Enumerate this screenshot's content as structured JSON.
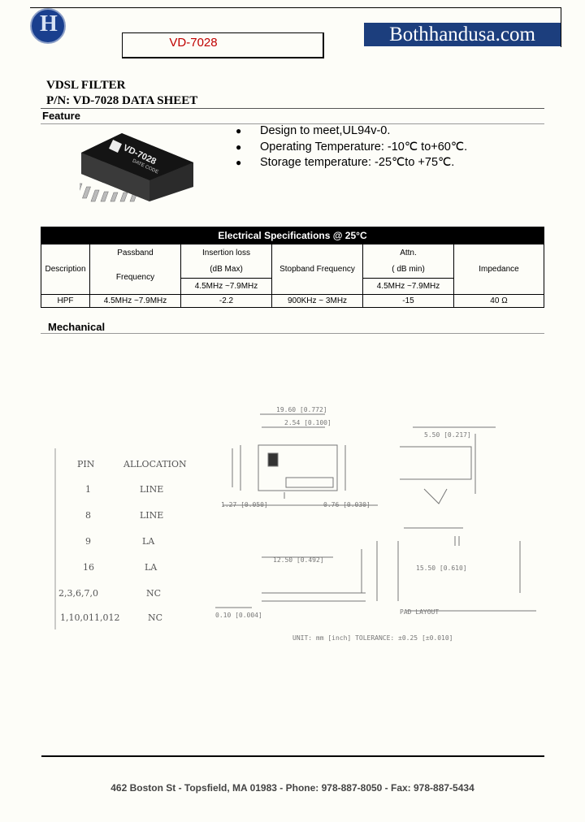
{
  "header": {
    "brand": "Bothhandusa.com",
    "part_number": "VD-7028"
  },
  "titles": {
    "line1": "VDSL FILTER",
    "line2": "P/N: VD-7028 DATA SHEET"
  },
  "feature": {
    "label": "Feature",
    "chip_marking": "VD-7028",
    "chip_date": "DATE CODE",
    "items": [
      "Design to meet,UL94v-0.",
      "Operating Temperature: -10℃  to+60℃.",
      "Storage temperature: -25℃to +75℃."
    ]
  },
  "spec_table": {
    "title": "Electrical Specifications @ 25°C",
    "col_description": "Description",
    "col_passband_1": "Passband",
    "col_passband_2": "Frequency",
    "col_insertion_1": "Insertion loss",
    "col_insertion_2": "(dB Max)",
    "col_insertion_3": "4.5MHz ~7.9MHz",
    "col_stopband": "Stopband Frequency",
    "col_attn_1": "Attn.",
    "col_attn_2": "( dB min)",
    "col_attn_3": "4.5MHz ~7.9MHz",
    "col_impedance": "Impedance",
    "row": {
      "description": "HPF",
      "passband": "4.5MHz ~7.9MHz",
      "insertion": "-2.2",
      "stopband": "900KHz ~ 3MHz",
      "attn": "-15",
      "impedance": "40 Ω"
    }
  },
  "mechanical": {
    "label": "Mechanical",
    "pin_header": "PIN",
    "alloc_header": "ALLOCATION",
    "pins": [
      {
        "pin": "1",
        "alloc": "LINE"
      },
      {
        "pin": "8",
        "alloc": "LINE"
      },
      {
        "pin": "9",
        "alloc": "LA"
      },
      {
        "pin": "16",
        "alloc": "LA"
      },
      {
        "pin": "2,3,6,7,0",
        "alloc": "NC"
      },
      {
        "pin": "1,10,011,012",
        "alloc": "NC"
      }
    ]
  },
  "footer": "462 Boston St - Topsfield, MA 01983 - Phone: 978-887-8050 - Fax: 978-887-5434"
}
